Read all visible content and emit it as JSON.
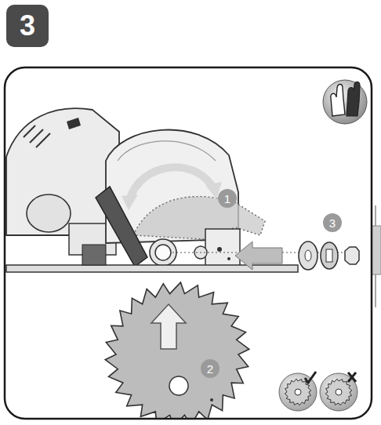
{
  "diagram": {
    "nodes": [
      {
        "text": [
          "3"
        ]
      }
    ],
    "labels": [
      "1",
      "3",
      "2"
    ]
  }
}
